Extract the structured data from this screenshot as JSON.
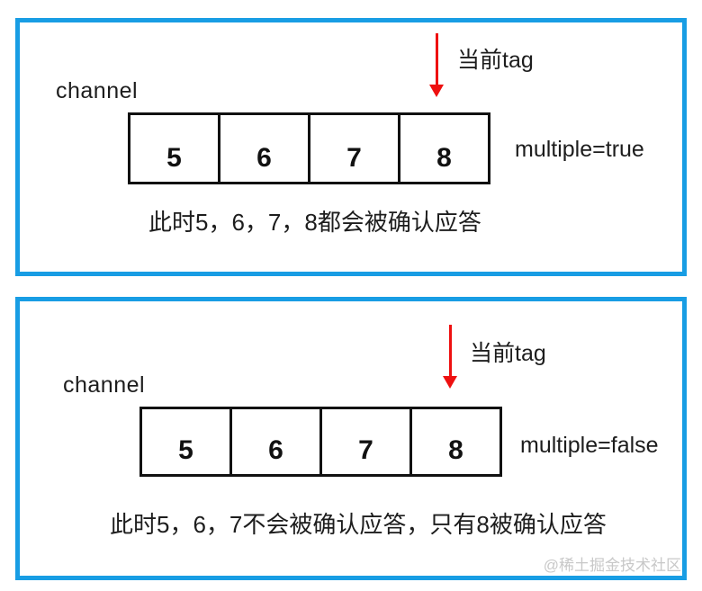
{
  "panels": [
    {
      "channel_label": "channel",
      "arrow_label": "当前tag",
      "cells": [
        "5",
        "6",
        "7",
        "8"
      ],
      "mode_label": "multiple=true",
      "caption": "此时5，6，7，8都会被确认应答"
    },
    {
      "channel_label": "channel",
      "arrow_label": "当前tag",
      "cells": [
        "5",
        "6",
        "7",
        "8"
      ],
      "mode_label": "multiple=false",
      "caption": "此时5，6，7不会被确认应答，只有8被确认应答"
    }
  ],
  "watermark": "@稀土掘金技术社区",
  "colors": {
    "panel_border": "#189de4",
    "box_border": "#111111",
    "arrow": "#ee1010",
    "text": "#1d1d1d",
    "watermark": "#c8c8c8",
    "bg": "#ffffff"
  }
}
